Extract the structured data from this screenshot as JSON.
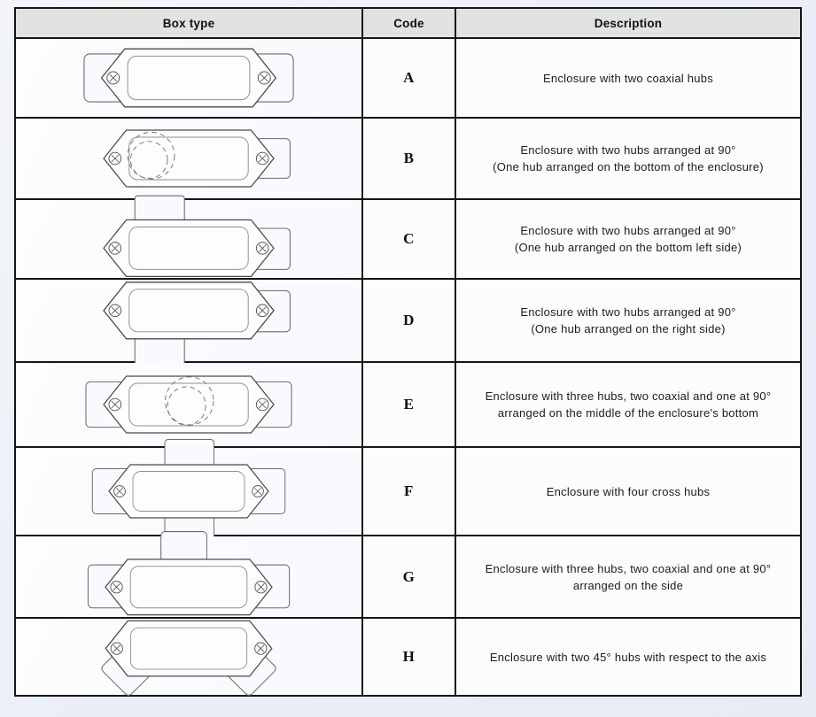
{
  "page": {
    "background": "#eaeef7",
    "table_border_color": "#161616",
    "header_background": "#e2e2e2",
    "cell_background": "#fbfcfe"
  },
  "table": {
    "headers": {
      "box_type": "Box type",
      "code": "Code",
      "description": "Description"
    },
    "rows": [
      {
        "code": "A",
        "description": "Enclosure with two coaxial hubs",
        "diagram": "enclosure-two-coaxial-hubs"
      },
      {
        "code": "B",
        "description": "Enclosure with two hubs arranged at 90°\n(One hub arranged on the bottom of the enclosure)",
        "diagram": "enclosure-two-hubs-90-bottom"
      },
      {
        "code": "C",
        "description": "Enclosure with two hubs arranged at 90°\n(One hub arranged on the bottom left side)",
        "diagram": "enclosure-two-hubs-90-bottom-left"
      },
      {
        "code": "D",
        "description": "Enclosure with two hubs arranged at 90°\n(One hub arranged on the right side)",
        "diagram": "enclosure-two-hubs-90-right"
      },
      {
        "code": "E",
        "description": "Enclosure with three hubs, two coaxial and one at 90°\narranged on the middle of the enclosure's bottom",
        "diagram": "enclosure-three-hubs-middle-bottom"
      },
      {
        "code": "F",
        "description": "Enclosure with four cross hubs",
        "diagram": "enclosure-four-cross-hubs"
      },
      {
        "code": "G",
        "description": "Enclosure with three hubs, two coaxial and one at 90°\narranged on the side",
        "diagram": "enclosure-three-hubs-side"
      },
      {
        "code": "H",
        "description": "Enclosure with two 45° hubs with respect to the axis",
        "diagram": "enclosure-two-45deg-hubs"
      }
    ]
  }
}
